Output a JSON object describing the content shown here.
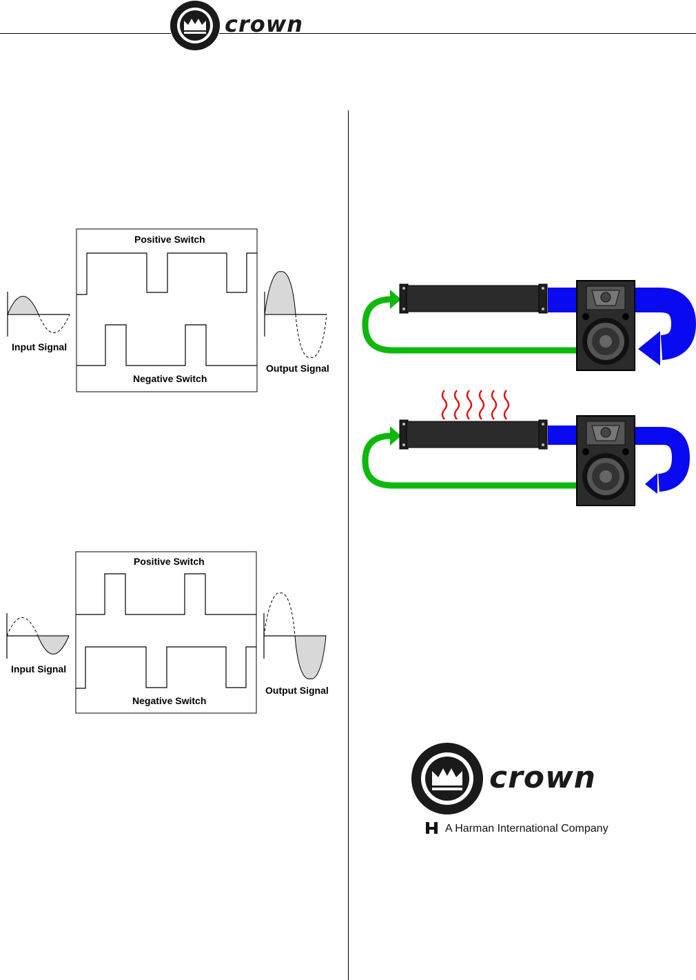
{
  "header": {
    "brand": "crown"
  },
  "figure_top": {
    "positive_switch": "Positive Switch",
    "negative_switch": "Negative Switch",
    "input_label": "Input Signal",
    "output_label": "Output Signal"
  },
  "figure_bottom": {
    "positive_switch": "Positive Switch",
    "negative_switch": "Negative Switch",
    "input_label": "Input Signal",
    "output_label": "Output Signal"
  },
  "footer_logo": {
    "brand": "crown",
    "tagline": "A Harman International Company"
  },
  "colors": {
    "feedback_green": "#0db80d",
    "output_blue": "#0a0af0",
    "heat_red": "#e01010",
    "amp_body": "#2b2b2b"
  }
}
